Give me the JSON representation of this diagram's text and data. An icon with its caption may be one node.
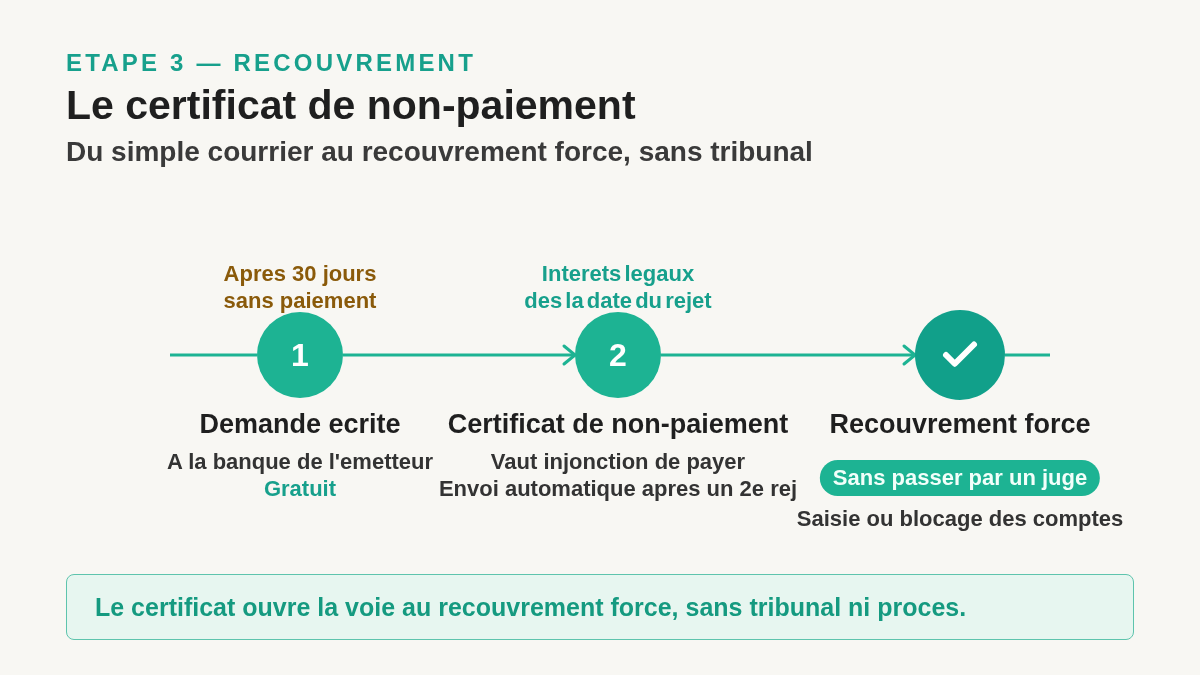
{
  "diagram": {
    "title": "Le certificat de non-paiement",
    "nodes": [
      {
        "text": [
          "1"
        ],
        "beside": [
          "Apres 30 jours sans paiement",
          "Demande ecrite",
          "A la banque de l'emetteur",
          "Gratuit"
        ]
      },
      {
        "text": [
          "2"
        ],
        "beside": [
          "Interets legaux des la date du rejet",
          "Certificat de non-paiement",
          "Vaut injonction de payer",
          "Envoi automatique apres un 2e rej"
        ]
      },
      {
        "text": [],
        "shape": "circle",
        "beside": [
          "Recouvrement force"
        ]
      },
      {
        "text": [
          "Sans passer par un juge"
        ],
        "beside": [
          "Saisie ou blocage des comptes"
        ]
      },
      {
        "text": [
          "Le certificat ouvre la voie au recouvrement force, sans tribunal ni proces."
        ]
      }
    ],
    "edges": [
      {
        "from": null,
        "to": 0,
        "arrow": "none"
      },
      {
        "from": 0,
        "to": 1,
        "arrow": "to"
      },
      {
        "from": 1,
        "to": 2,
        "arrow": "to"
      },
      {
        "from": 2,
        "to": null,
        "arrow": "none"
      }
    ],
    "labels": [
      "ETAPE 3 — RECOUVREMENT",
      "Du simple courrier au recouvrement force, sans tribunal"
    ]
  }
}
